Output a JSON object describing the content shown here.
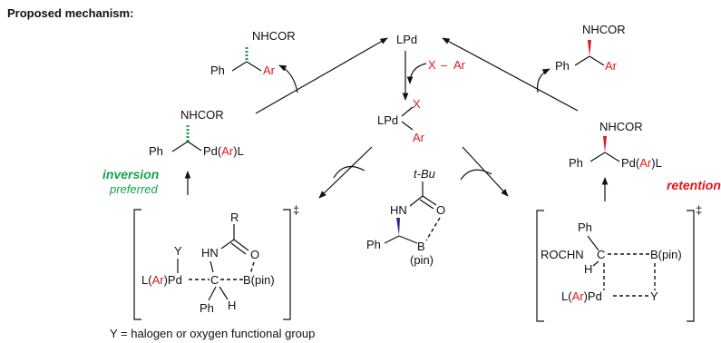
{
  "heading": "Proposed mechanism:",
  "catalyst": {
    "pd": "LPd",
    "substrate_x": "X",
    "substrate_dash": "–",
    "substrate_ar": "Ar"
  },
  "ox_add": {
    "lpd": "LPd",
    "x": "X",
    "ar": "Ar"
  },
  "reagent": {
    "tbu": "t-Bu",
    "o": "O",
    "hn": "HN",
    "ph": "Ph",
    "b": "B",
    "pin": "(pin)"
  },
  "left": {
    "product": {
      "nhcor": "NHCOR",
      "ph": "Ph",
      "ar": "Ar"
    },
    "intermediate": {
      "nhcor": "NHCOR",
      "ph": "Ph",
      "pd_pre": "Pd(",
      "ar": "Ar",
      "pd_post": ")L"
    },
    "inversion": "inversion",
    "preferred": "preferred",
    "ts": {
      "r": "R",
      "y": "Y",
      "hn": "HN",
      "o": "O",
      "l_pre": "L(",
      "ar": "Ar",
      "pd_post": ")Pd",
      "c": "C",
      "bpin": "B(pin)",
      "ph": "Ph",
      "h": "H",
      "dagger": "‡"
    },
    "footnote": "Y = halogen or oxygen functional group"
  },
  "right": {
    "product": {
      "nhcor": "NHCOR",
      "ph": "Ph",
      "ar": "Ar"
    },
    "intermediate": {
      "nhcor": "NHCOR",
      "ph": "Ph",
      "pd_pre": "Pd(",
      "ar": "Ar",
      "pd_post": ")L"
    },
    "retention": "retention",
    "ts": {
      "ph": "Ph",
      "rochn": "ROCHN",
      "c": "C",
      "h": "H",
      "bpin": "B(pin)",
      "l_pre": "L(",
      "ar": "Ar",
      "pd_post": ")Pd",
      "y": "Y",
      "dagger": "‡"
    }
  },
  "colors": {
    "highlight": "#e3161c",
    "inversion": "#17a24a",
    "wedge_blue": "#1f2f8a"
  }
}
